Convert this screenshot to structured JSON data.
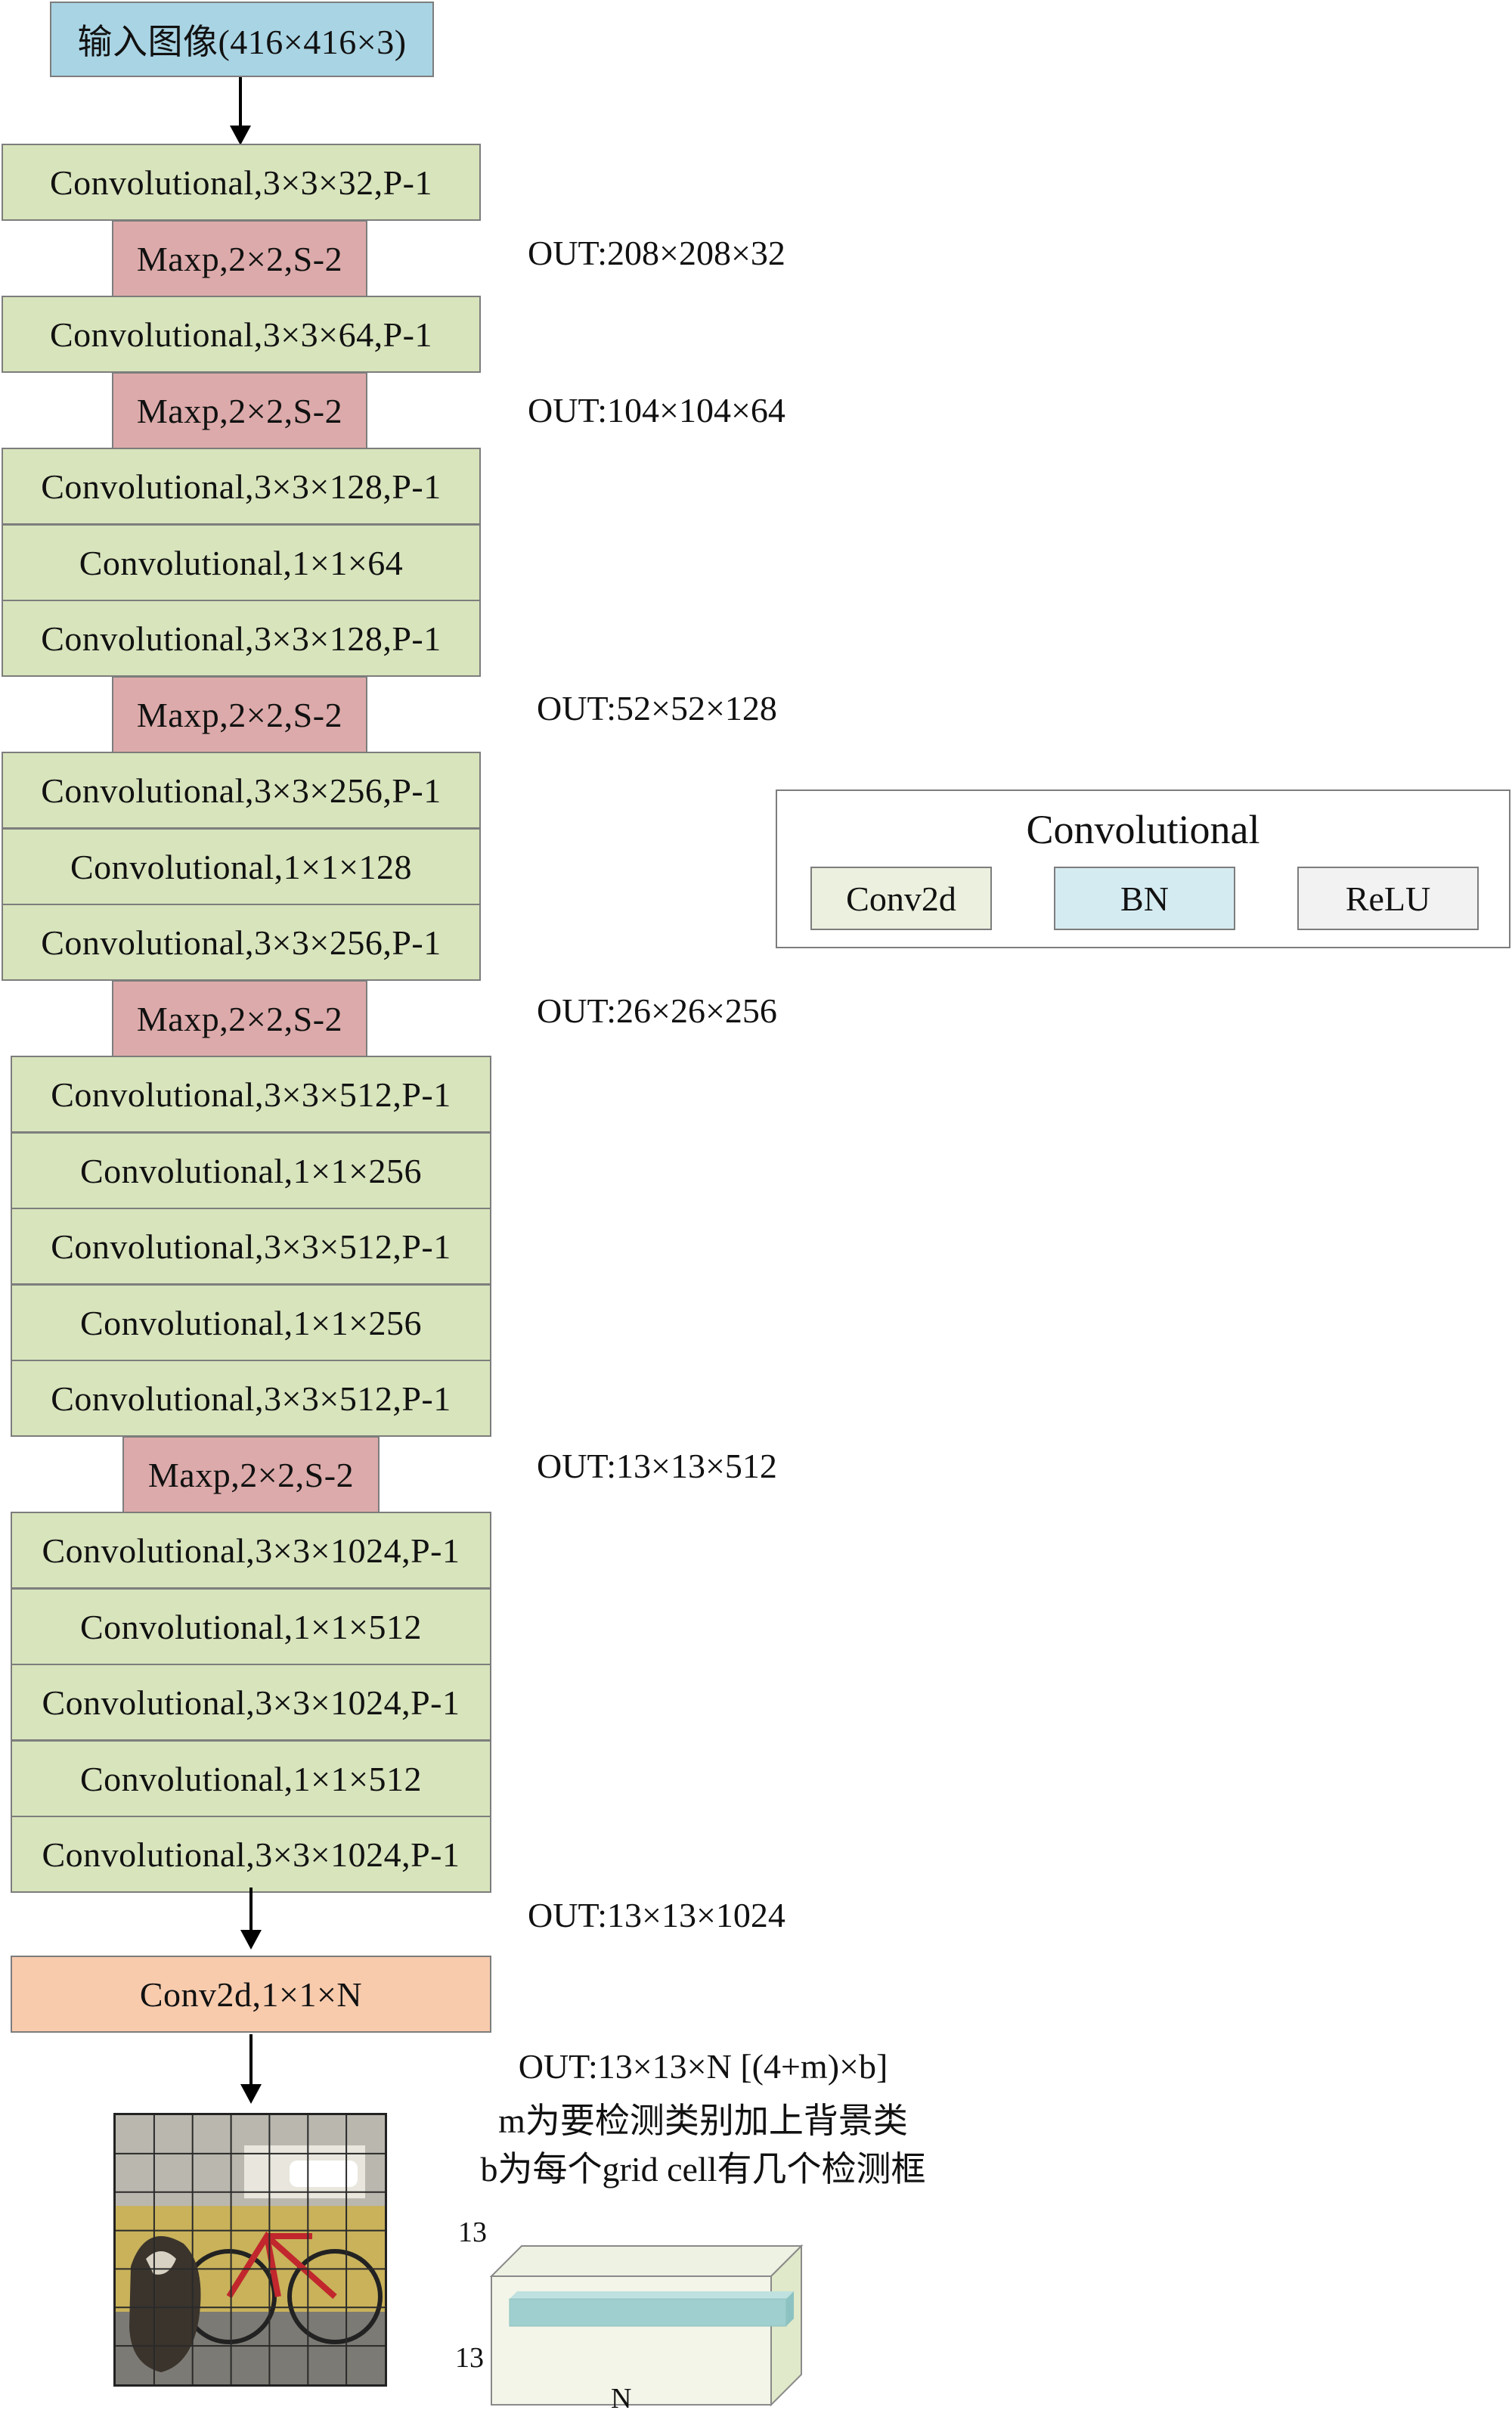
{
  "input_label": "输入图像(416×416×3)",
  "layers": [
    {
      "kind": "conv",
      "label": "Convolutional,3×3×32,P-1"
    },
    {
      "kind": "maxp",
      "label": "Maxp,2×2,S-2"
    },
    {
      "kind": "conv",
      "label": "Convolutional,3×3×64,P-1"
    },
    {
      "kind": "maxp",
      "label": "Maxp,2×2,S-2"
    },
    {
      "kind": "conv",
      "label": "Convolutional,3×3×128,P-1"
    },
    {
      "kind": "conv",
      "label": "Convolutional,1×1×64"
    },
    {
      "kind": "conv",
      "label": "Convolutional,3×3×128,P-1"
    },
    {
      "kind": "maxp",
      "label": "Maxp,2×2,S-2"
    },
    {
      "kind": "conv",
      "label": "Convolutional,3×3×256,P-1"
    },
    {
      "kind": "conv",
      "label": "Convolutional,1×1×128"
    },
    {
      "kind": "conv",
      "label": "Convolutional,3×3×256,P-1"
    },
    {
      "kind": "maxp",
      "label": "Maxp,2×2,S-2"
    },
    {
      "kind": "conv",
      "label": "Convolutional,3×3×512,P-1"
    },
    {
      "kind": "conv",
      "label": "Convolutional,1×1×256"
    },
    {
      "kind": "conv",
      "label": "Convolutional,3×3×512,P-1"
    },
    {
      "kind": "conv",
      "label": "Convolutional,1×1×256"
    },
    {
      "kind": "conv",
      "label": "Convolutional,3×3×512,P-1"
    },
    {
      "kind": "maxp",
      "label": "Maxp,2×2,S-2"
    },
    {
      "kind": "conv",
      "label": "Convolutional,3×3×1024,P-1"
    },
    {
      "kind": "conv",
      "label": "Convolutional,1×1×512"
    },
    {
      "kind": "conv",
      "label": "Convolutional,3×3×1024,P-1"
    },
    {
      "kind": "conv",
      "label": "Convolutional,1×1×512"
    },
    {
      "kind": "conv",
      "label": "Convolutional,3×3×1024,P-1"
    }
  ],
  "final_layer": "Conv2d,1×1×N",
  "outputs": [
    "OUT:208×208×32",
    "OUT:104×104×64",
    "OUT:52×52×128",
    "OUT:26×26×256",
    "OUT:13×13×512",
    "OUT:13×13×1024"
  ],
  "final_output": {
    "line1": "OUT:13×13×N [(4+m)×b]",
    "line2": "m为要检测类别加上背景类",
    "line3": "b为每个grid cell有几个检测框"
  },
  "legend": {
    "title": "Convolutional",
    "items": [
      {
        "label": "Conv2d",
        "color": "#ebf1de"
      },
      {
        "label": "BN",
        "color": "#d5ebf2"
      },
      {
        "label": "ReLU",
        "color": "#f2f2f2"
      }
    ]
  },
  "tensor": {
    "height_label": "13",
    "width_label": "13",
    "depth_label": "N"
  },
  "colors": {
    "conv": "#d8e4bc",
    "maxp": "#dcaaaa",
    "input": "#a9d4e4",
    "final": "#f8cbad",
    "slice": "#9fd0cf"
  }
}
